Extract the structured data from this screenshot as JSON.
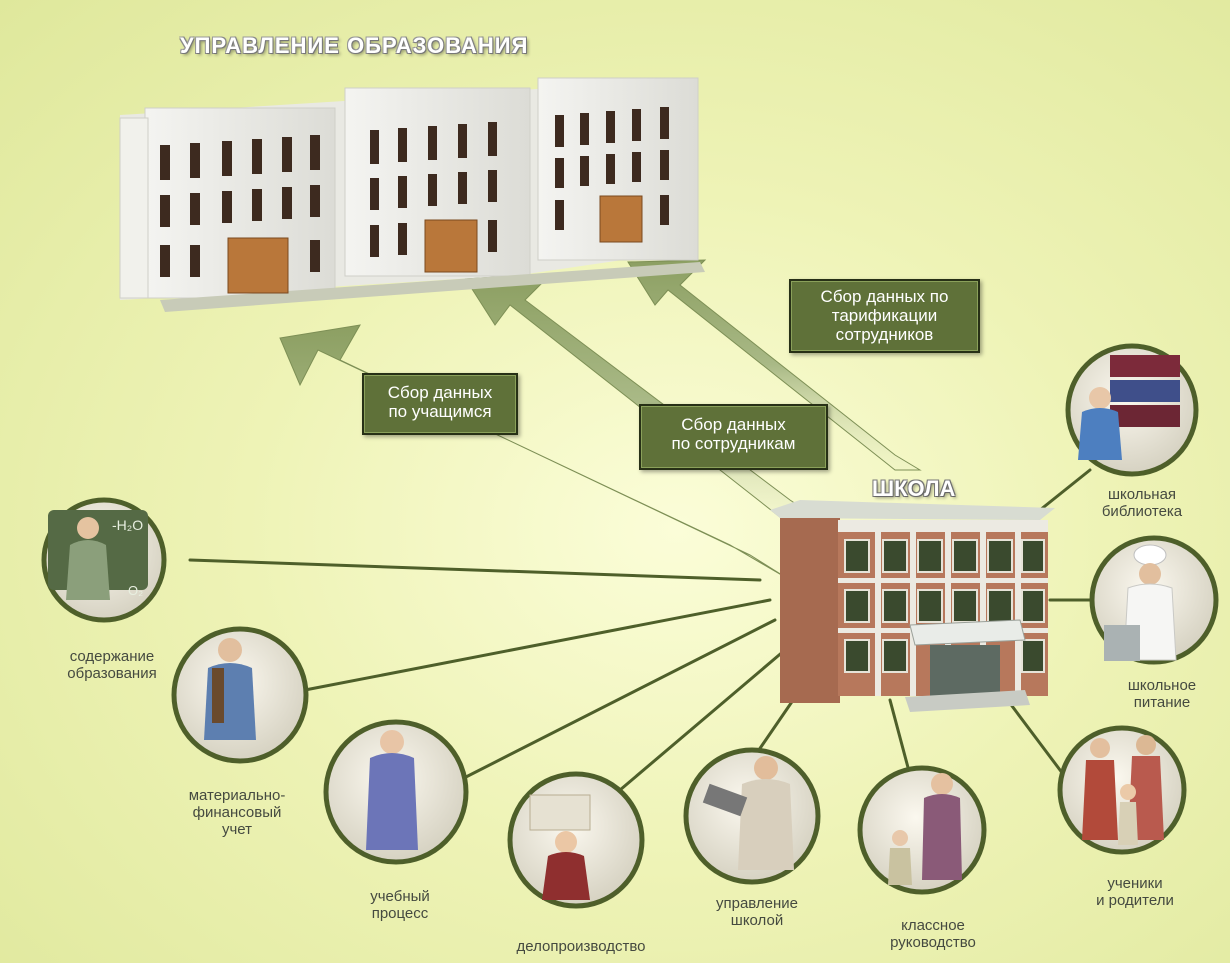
{
  "header": {
    "title": "УПРАВЛЕНИЕ ОБРАЗОВАНИЯ",
    "school_title": "ШКОЛА"
  },
  "data_flows": {
    "students": "Сбор данных\nпо учащимся",
    "staff": "Сбор данных\nпо сотрудникам",
    "tariff": "Сбор данных по\nтарификации\nсотрудников"
  },
  "modules": {
    "education_content": "содержание\nобразования",
    "finance": "материально-\nфинансовый\nучет",
    "learning": "учебный\nпроцесс",
    "office_work": "делопроизводство",
    "management": "управление\nшколой",
    "class_guidance": "классное\nруководство",
    "students_parents": "ученики\nи родители",
    "canteen": "школьное\nпитание",
    "library": "школьная\nбиблиотека"
  },
  "colors": {
    "background": "#eef3b6",
    "box_fill": "#5f7139",
    "arrow": "#9fb07a",
    "circle_border": "#4e5f2a"
  }
}
